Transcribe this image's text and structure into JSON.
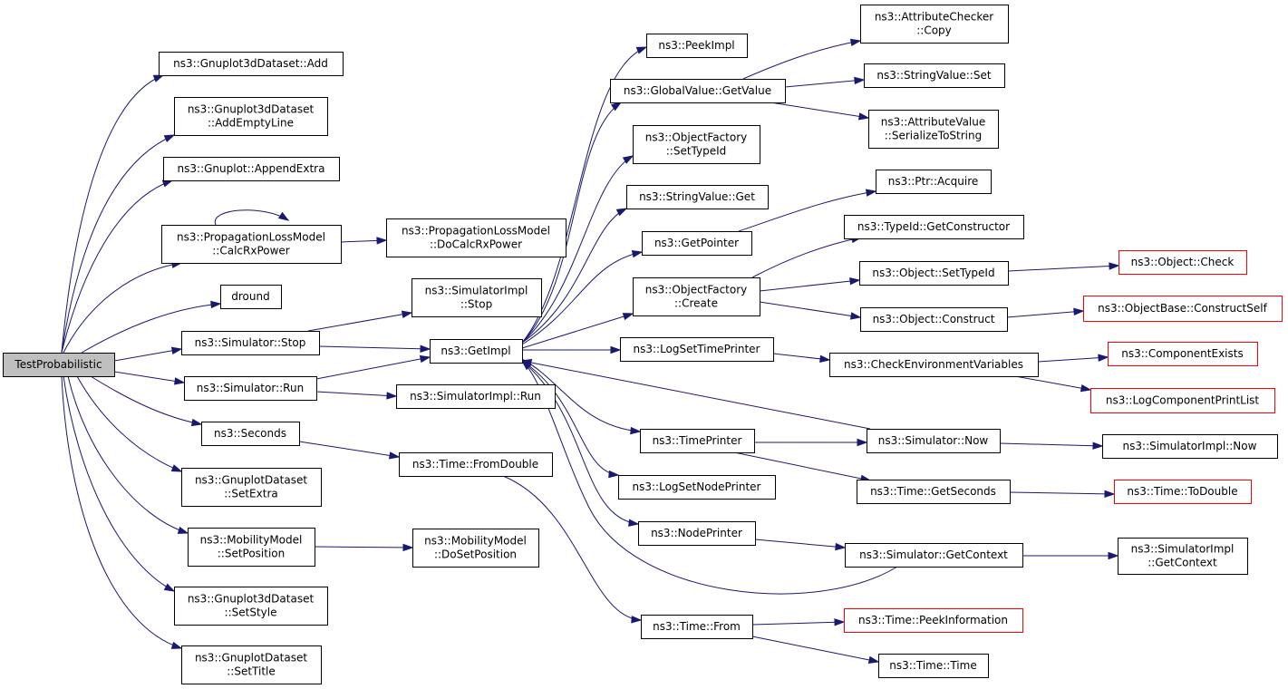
{
  "colors": {
    "edge": "#191970",
    "node_border": "#000000",
    "node_border_truncated": "#ff0000",
    "root_fill": "#bfbfbf",
    "node_fill": "#ffffff"
  },
  "nodes": [
    {
      "id": "testprob",
      "lines": [
        "TestProbabilistic"
      ],
      "style": "root"
    },
    {
      "id": "g3add",
      "lines": [
        "ns3::Gnuplot3dDataset::Add"
      ],
      "style": "normal"
    },
    {
      "id": "g3addempty",
      "lines": [
        "ns3::Gnuplot3dDataset",
        "::AddEmptyLine"
      ],
      "style": "normal"
    },
    {
      "id": "gappend",
      "lines": [
        "ns3::Gnuplot::AppendExtra"
      ],
      "style": "normal"
    },
    {
      "id": "plmcalc",
      "lines": [
        "ns3::PropagationLossModel",
        "::CalcRxPower"
      ],
      "style": "normal"
    },
    {
      "id": "dround",
      "lines": [
        "dround"
      ],
      "style": "normal"
    },
    {
      "id": "simstop",
      "lines": [
        "ns3::Simulator::Stop"
      ],
      "style": "normal"
    },
    {
      "id": "simrun",
      "lines": [
        "ns3::Simulator::Run"
      ],
      "style": "normal"
    },
    {
      "id": "seconds",
      "lines": [
        "ns3::Seconds"
      ],
      "style": "normal"
    },
    {
      "id": "gdsetextra",
      "lines": [
        "ns3::GnuplotDataset",
        "::SetExtra"
      ],
      "style": "normal"
    },
    {
      "id": "mmsetpos",
      "lines": [
        "ns3::MobilityModel",
        "::SetPosition"
      ],
      "style": "normal"
    },
    {
      "id": "g3setstyle",
      "lines": [
        "ns3::Gnuplot3dDataset",
        "::SetStyle"
      ],
      "style": "normal"
    },
    {
      "id": "gdsettitle",
      "lines": [
        "ns3::GnuplotDataset",
        "::SetTitle"
      ],
      "style": "normal"
    },
    {
      "id": "plmdocalc",
      "lines": [
        "ns3::PropagationLossModel",
        "::DoCalcRxPower"
      ],
      "style": "normal"
    },
    {
      "id": "simimplstop",
      "lines": [
        "ns3::SimulatorImpl",
        "::Stop"
      ],
      "style": "normal"
    },
    {
      "id": "getimpl",
      "lines": [
        "ns3::GetImpl"
      ],
      "style": "normal"
    },
    {
      "id": "simimplrun",
      "lines": [
        "ns3::SimulatorImpl::Run"
      ],
      "style": "normal"
    },
    {
      "id": "timefromdouble",
      "lines": [
        "ns3::Time::FromDouble"
      ],
      "style": "normal"
    },
    {
      "id": "mmdosetpos",
      "lines": [
        "ns3::MobilityModel",
        "::DoSetPosition"
      ],
      "style": "normal"
    },
    {
      "id": "peekimpl",
      "lines": [
        "ns3::PeekImpl"
      ],
      "style": "normal"
    },
    {
      "id": "gvgetvalue",
      "lines": [
        "ns3::GlobalValue::GetValue"
      ],
      "style": "normal"
    },
    {
      "id": "ofsettypeid",
      "lines": [
        "ns3::ObjectFactory",
        "::SetTypeId"
      ],
      "style": "normal"
    },
    {
      "id": "svget",
      "lines": [
        "ns3::StringValue::Get"
      ],
      "style": "normal"
    },
    {
      "id": "getpointer",
      "lines": [
        "ns3::GetPointer"
      ],
      "style": "normal"
    },
    {
      "id": "ofcreate",
      "lines": [
        "ns3::ObjectFactory",
        "::Create"
      ],
      "style": "normal"
    },
    {
      "id": "logsettimeprinter",
      "lines": [
        "ns3::LogSetTimePrinter"
      ],
      "style": "normal"
    },
    {
      "id": "timeprinter",
      "lines": [
        "ns3::TimePrinter"
      ],
      "style": "normal"
    },
    {
      "id": "logsetnodeprinter",
      "lines": [
        "ns3::LogSetNodePrinter"
      ],
      "style": "normal"
    },
    {
      "id": "nodeprinter",
      "lines": [
        "ns3::NodePrinter"
      ],
      "style": "normal"
    },
    {
      "id": "timefrom",
      "lines": [
        "ns3::Time::From"
      ],
      "style": "normal"
    },
    {
      "id": "acccopy",
      "lines": [
        "ns3::AttributeChecker",
        "::Copy"
      ],
      "style": "normal"
    },
    {
      "id": "svset",
      "lines": [
        "ns3::StringValue::Set"
      ],
      "style": "normal"
    },
    {
      "id": "avserialize",
      "lines": [
        "ns3::AttributeValue",
        "::SerializeToString"
      ],
      "style": "normal"
    },
    {
      "id": "ptracquire",
      "lines": [
        "ns3::Ptr::Acquire"
      ],
      "style": "normal"
    },
    {
      "id": "typeidgetctor",
      "lines": [
        "ns3::TypeId::GetConstructor"
      ],
      "style": "normal"
    },
    {
      "id": "objsettypeid",
      "lines": [
        "ns3::Object::SetTypeId"
      ],
      "style": "normal"
    },
    {
      "id": "objconstruct",
      "lines": [
        "ns3::Object::Construct"
      ],
      "style": "normal"
    },
    {
      "id": "checkenv",
      "lines": [
        "ns3::CheckEnvironmentVariables"
      ],
      "style": "normal"
    },
    {
      "id": "simnow",
      "lines": [
        "ns3::Simulator::Now"
      ],
      "style": "normal"
    },
    {
      "id": "timegetseconds",
      "lines": [
        "ns3::Time::GetSeconds"
      ],
      "style": "normal"
    },
    {
      "id": "simgetcontext",
      "lines": [
        "ns3::Simulator::GetContext"
      ],
      "style": "normal"
    },
    {
      "id": "timepeekinfo",
      "lines": [
        "ns3::Time::PeekInformation"
      ],
      "style": "truncated"
    },
    {
      "id": "timetime",
      "lines": [
        "ns3::Time::Time"
      ],
      "style": "normal"
    },
    {
      "id": "objcheck",
      "lines": [
        "ns3::Object::Check"
      ],
      "style": "truncated"
    },
    {
      "id": "objbaseconstruct",
      "lines": [
        "ns3::ObjectBase::ConstructSelf"
      ],
      "style": "truncated"
    },
    {
      "id": "compexists",
      "lines": [
        "ns3::ComponentExists"
      ],
      "style": "truncated"
    },
    {
      "id": "logcompprint",
      "lines": [
        "ns3::LogComponentPrintList"
      ],
      "style": "truncated"
    },
    {
      "id": "simimplnow",
      "lines": [
        "ns3::SimulatorImpl::Now"
      ],
      "style": "normal"
    },
    {
      "id": "timetodouble",
      "lines": [
        "ns3::Time::ToDouble"
      ],
      "style": "truncated"
    },
    {
      "id": "simimplgetctx",
      "lines": [
        "ns3::SimulatorImpl",
        "::GetContext"
      ],
      "style": "normal"
    }
  ],
  "edges": [
    [
      "testprob",
      "g3add"
    ],
    [
      "testprob",
      "g3addempty"
    ],
    [
      "testprob",
      "gappend"
    ],
    [
      "testprob",
      "plmcalc"
    ],
    [
      "testprob",
      "dround"
    ],
    [
      "testprob",
      "simstop"
    ],
    [
      "testprob",
      "simrun"
    ],
    [
      "testprob",
      "seconds"
    ],
    [
      "testprob",
      "gdsetextra"
    ],
    [
      "testprob",
      "mmsetpos"
    ],
    [
      "testprob",
      "g3setstyle"
    ],
    [
      "testprob",
      "gdsettitle"
    ],
    [
      "plmcalc",
      "plmcalc"
    ],
    [
      "plmcalc",
      "plmdocalc"
    ],
    [
      "simstop",
      "simimplstop"
    ],
    [
      "simstop",
      "getimpl"
    ],
    [
      "simrun",
      "getimpl"
    ],
    [
      "simrun",
      "simimplrun"
    ],
    [
      "seconds",
      "timefromdouble"
    ],
    [
      "mmsetpos",
      "mmdosetpos"
    ],
    [
      "getimpl",
      "peekimpl"
    ],
    [
      "getimpl",
      "gvgetvalue"
    ],
    [
      "getimpl",
      "ofsettypeid"
    ],
    [
      "getimpl",
      "svget"
    ],
    [
      "getimpl",
      "getpointer"
    ],
    [
      "getimpl",
      "ofcreate"
    ],
    [
      "getimpl",
      "logsettimeprinter"
    ],
    [
      "getimpl",
      "timeprinter"
    ],
    [
      "getimpl",
      "logsetnodeprinter"
    ],
    [
      "getimpl",
      "nodeprinter"
    ],
    [
      "gvgetvalue",
      "acccopy"
    ],
    [
      "gvgetvalue",
      "svset"
    ],
    [
      "gvgetvalue",
      "avserialize"
    ],
    [
      "getpointer",
      "ptracquire"
    ],
    [
      "ofcreate",
      "typeidgetctor"
    ],
    [
      "ofcreate",
      "objsettypeid"
    ],
    [
      "ofcreate",
      "objconstruct"
    ],
    [
      "logsettimeprinter",
      "checkenv"
    ],
    [
      "objsettypeid",
      "objcheck"
    ],
    [
      "objconstruct",
      "objbaseconstruct"
    ],
    [
      "checkenv",
      "compexists"
    ],
    [
      "checkenv",
      "logcompprint"
    ],
    [
      "timeprinter",
      "simnow"
    ],
    [
      "timeprinter",
      "timegetseconds"
    ],
    [
      "simnow",
      "getimpl"
    ],
    [
      "simnow",
      "simimplnow"
    ],
    [
      "timegetseconds",
      "timetodouble"
    ],
    [
      "nodeprinter",
      "simgetcontext"
    ],
    [
      "simgetcontext",
      "getimpl"
    ],
    [
      "simgetcontext",
      "simimplgetctx"
    ],
    [
      "timefromdouble",
      "timefrom"
    ],
    [
      "timefrom",
      "timepeekinfo"
    ],
    [
      "timefrom",
      "timetime"
    ]
  ]
}
